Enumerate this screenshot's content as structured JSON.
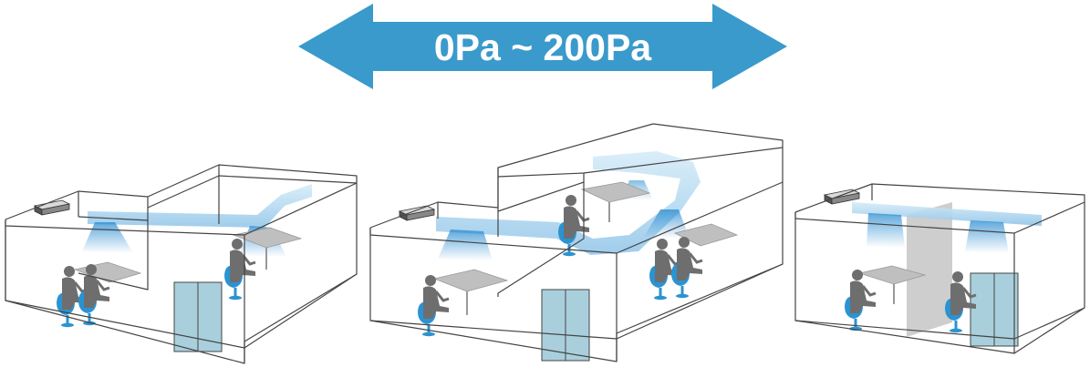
{
  "pressure_banner": {
    "text": "0Pa ~ 200Pa",
    "color": "#3a9acb"
  },
  "colors": {
    "duct": "#a9d4ef",
    "airflow": "#2f8fd0",
    "chair": "#2b93d1",
    "person": "#666666",
    "table": "#bfbfbf",
    "door": "#a9cfdc",
    "partition": "#bdbdbd"
  },
  "rooms": [
    {
      "id": "l-shaped-room"
    },
    {
      "id": "two-level-room"
    },
    {
      "id": "partitioned-room"
    }
  ]
}
